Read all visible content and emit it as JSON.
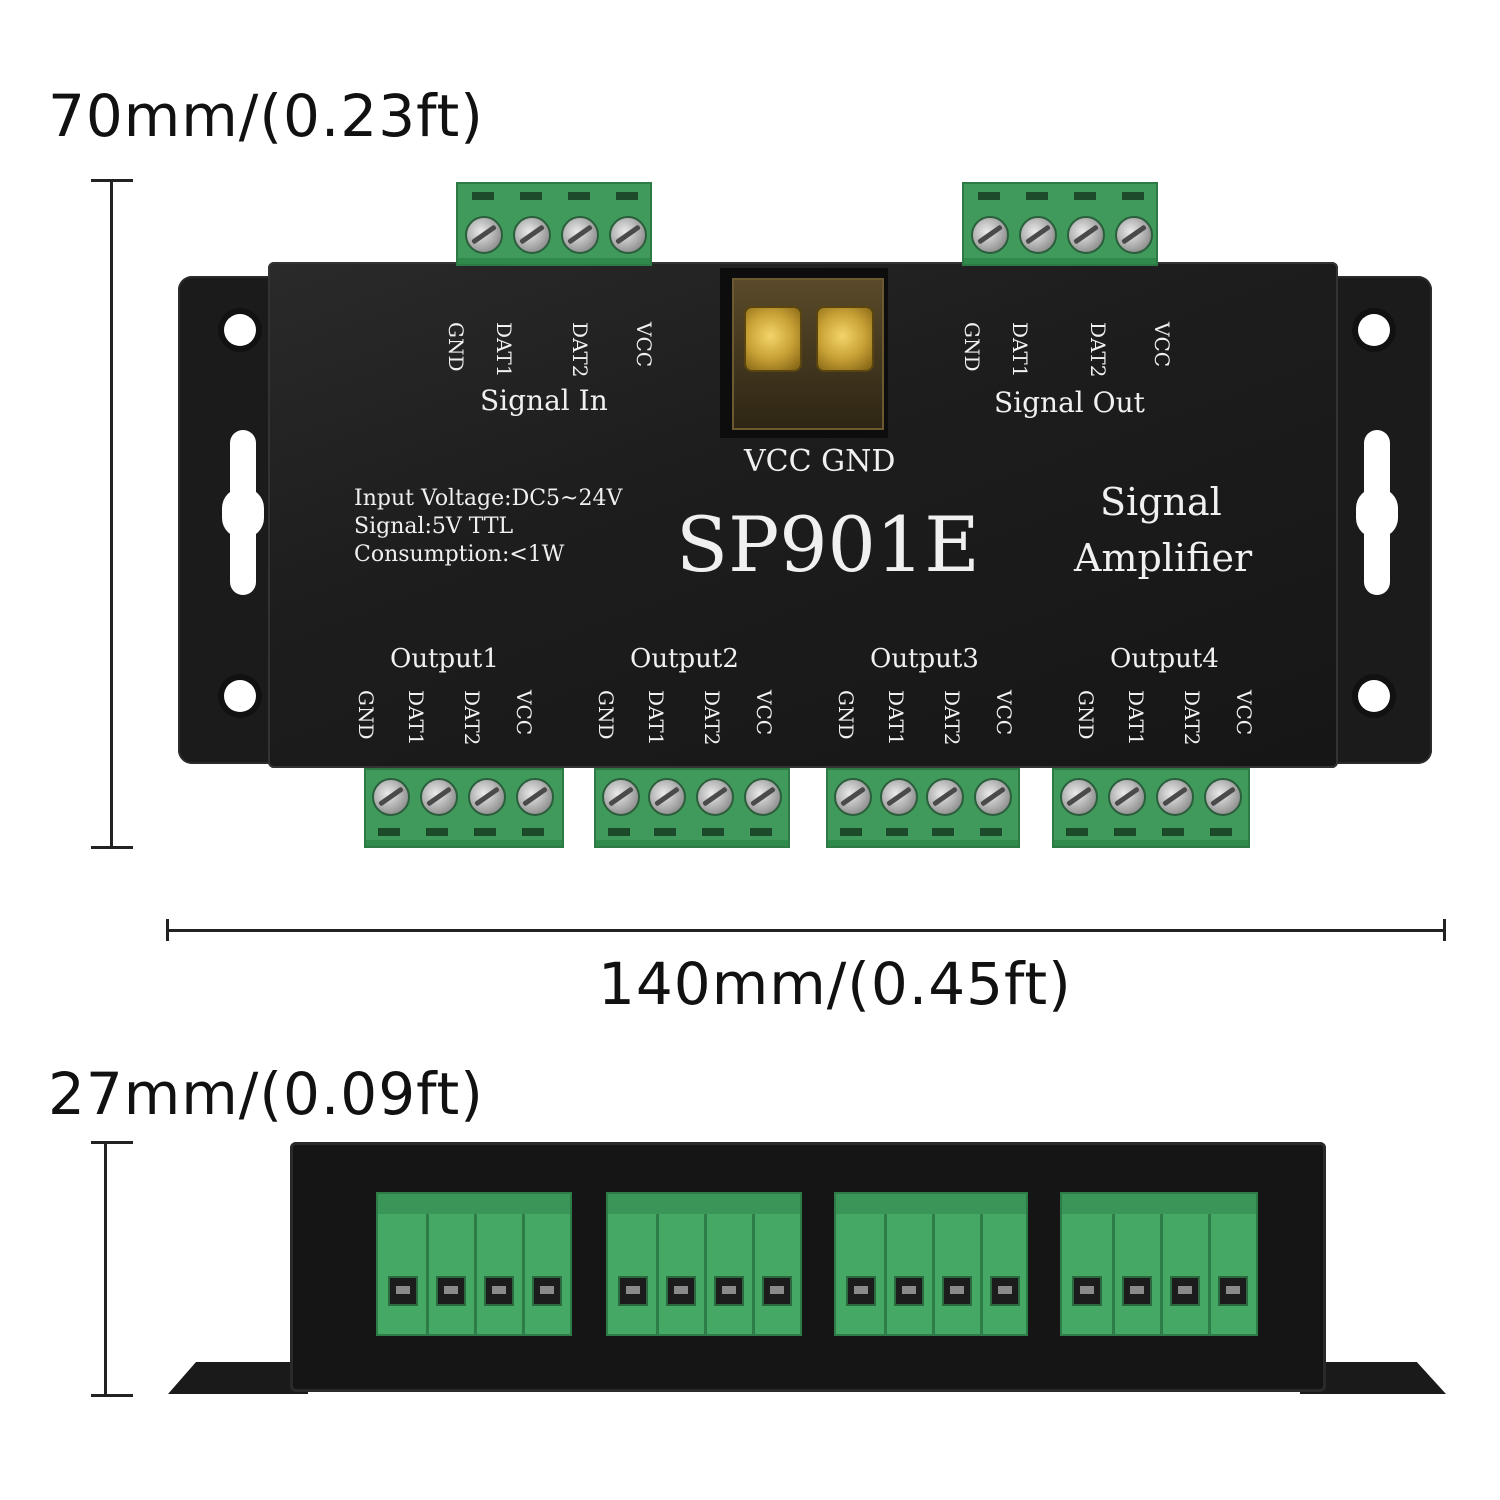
{
  "dimensions": {
    "height": "70mm/(0.23ft)",
    "width": "140mm/(0.45ft)",
    "depth": "27mm/(0.09ft)"
  },
  "device": {
    "model": "SP901E",
    "product_line1": "Signal",
    "product_line2": "Amplifier",
    "spec_voltage": "Input Voltage:DC5~24V",
    "spec_signal": "Signal:5V TTL",
    "spec_consumption": "Consumption:<1W",
    "power_label": "VCC GND",
    "signal_in": {
      "title": "Signal In",
      "pins": [
        "GND",
        "DAT1",
        "DAT2",
        "VCC"
      ]
    },
    "signal_out": {
      "title": "Signal Out",
      "pins": [
        "GND",
        "DAT1",
        "DAT2",
        "VCC"
      ]
    },
    "outputs": [
      {
        "title": "Output1",
        "pins": [
          "GND",
          "DAT1",
          "DAT2",
          "VCC"
        ]
      },
      {
        "title": "Output2",
        "pins": [
          "GND",
          "DAT1",
          "DAT2",
          "VCC"
        ]
      },
      {
        "title": "Output3",
        "pins": [
          "GND",
          "DAT1",
          "DAT2",
          "VCC"
        ]
      },
      {
        "title": "Output4",
        "pins": [
          "GND",
          "DAT1",
          "DAT2",
          "VCC"
        ]
      }
    ]
  },
  "colors": {
    "terminal_green": "#3f9a5c",
    "body_black": "#1b1b1b",
    "brass": "#c9a236"
  }
}
